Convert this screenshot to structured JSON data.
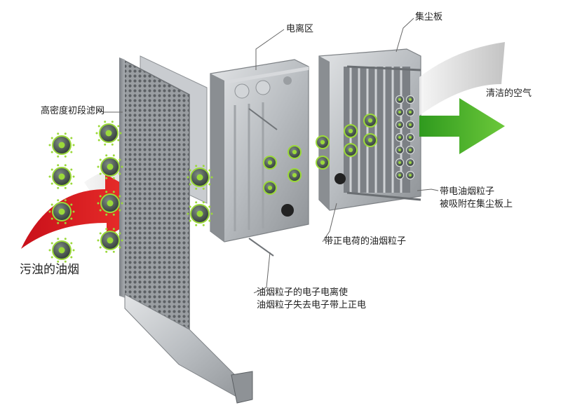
{
  "labels": {
    "filter": "高密度初段滤网",
    "ionization": "电离区",
    "collector": "集尘板",
    "clean_air": "清洁的空气",
    "dirty_smoke": "污浊的油烟",
    "positive_particles": "带正电荷的油烟粒子",
    "ionize_line1": "油烟粒子的电子电离使",
    "ionize_line2": "油烟粒子失去电子带上正电",
    "adsorbed_line1": "带电油烟粒子",
    "adsorbed_line2": "被吸附在集尘板上"
  },
  "colors": {
    "dirty_arrow": "#e8202a",
    "clean_arrow": "#4cae2f",
    "particle_core": "#4a5a52",
    "particle_halo": "#9bd93a",
    "metal": "#b8bcc0"
  }
}
